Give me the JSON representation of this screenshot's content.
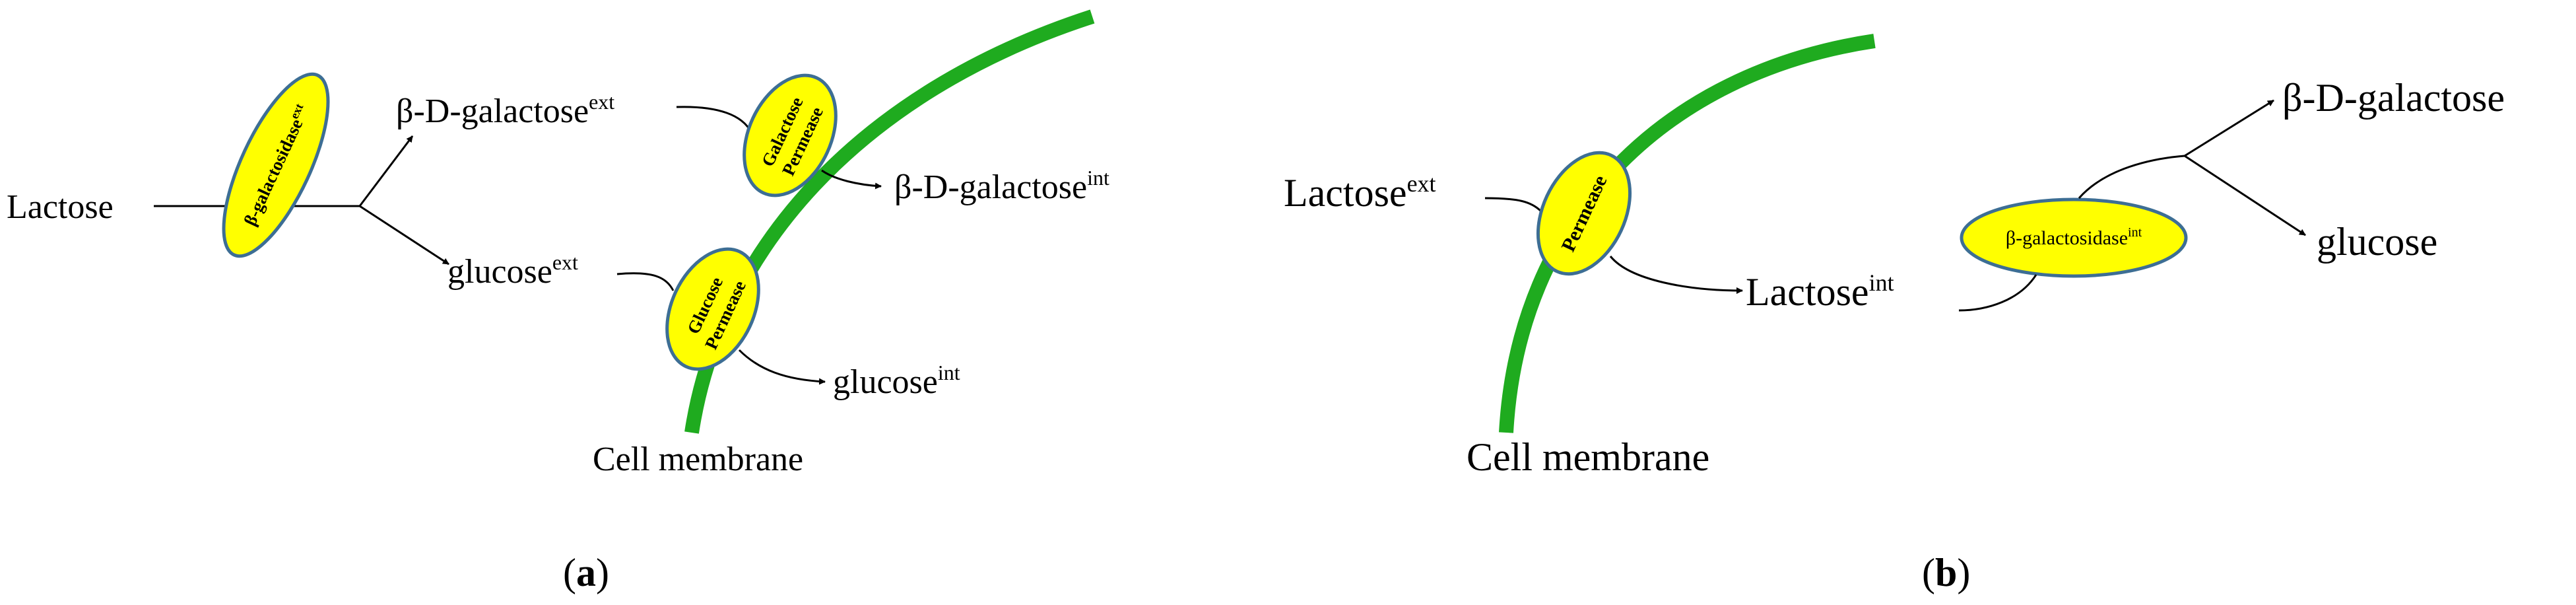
{
  "colors": {
    "membrane": "#1fab1f",
    "enzyme_fill": "#ffff00",
    "enzyme_stroke": "#3d6e94",
    "line": "#000000"
  },
  "panel_a": {
    "substrate": "Lactose",
    "enzyme_ext": {
      "base": "β-galactosidase",
      "sup": "ext"
    },
    "galactose_ext": {
      "base": "β-D-galactose",
      "sup": "ext"
    },
    "glucose_ext": {
      "base": "glucose",
      "sup": "ext"
    },
    "galactose_permease": {
      "line1": "Galactose",
      "line2": "Permease"
    },
    "glucose_permease": {
      "line1": "Glucose",
      "line2": "Permease"
    },
    "galactose_int": {
      "base": "β-D-galactose",
      "sup": "int"
    },
    "glucose_int": {
      "base": "glucose",
      "sup": "int"
    },
    "membrane_label": "Cell membrane",
    "caption": {
      "open": "(",
      "letter": "a",
      "close": ")"
    }
  },
  "panel_b": {
    "lactose_ext": {
      "base": "Lactose",
      "sup": "ext"
    },
    "permease": "Permease",
    "lactose_int": {
      "base": "Lactose",
      "sup": "int"
    },
    "enzyme_int": {
      "base": "β-galactosidase",
      "sup": "int"
    },
    "galactose": "β-D-galactose",
    "glucose": "glucose",
    "membrane_label": "Cell membrane",
    "caption": {
      "open": "(",
      "letter": "b",
      "close": ")"
    }
  }
}
